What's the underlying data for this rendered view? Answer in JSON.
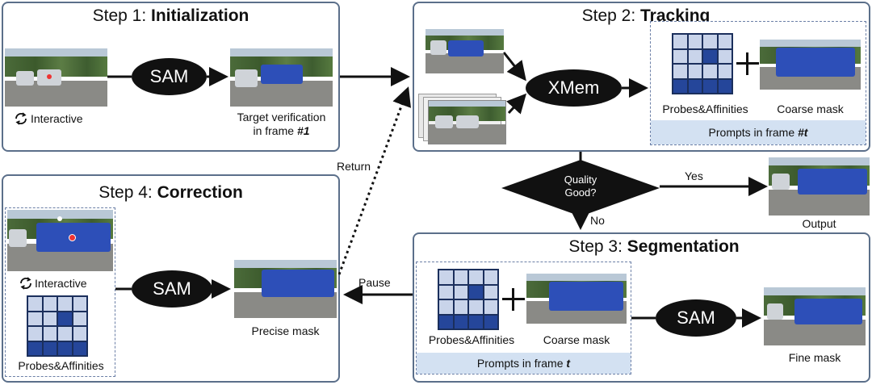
{
  "step1": {
    "prefix": "Step 1: ",
    "name": "Initialization",
    "interactive": "Interactive",
    "verify_line1": "Target verification",
    "verify_line2_prefix": "in frame ",
    "verify_frame": "#1"
  },
  "step2": {
    "prefix": "Step 2: ",
    "name": "Tracking",
    "probes": "Probes&Affinities",
    "coarse": "Coarse mask",
    "prompts_prefix": "Prompts in frame ",
    "prompts_frame": "#t"
  },
  "step3": {
    "prefix": "Step 3: ",
    "name": "Segmentation",
    "probes": "Probes&Affinities",
    "coarse": "Coarse mask",
    "prompts_prefix": "Prompts in frame ",
    "prompts_frame": "t",
    "fine": "Fine mask"
  },
  "step4": {
    "prefix": "Step 4: ",
    "name": "Correction",
    "interactive": "Interactive",
    "probes": "Probes&Affinities",
    "precise": "Precise mask"
  },
  "models": {
    "sam": "SAM",
    "xmem": "XMem"
  },
  "decision": {
    "line1": "Quality",
    "line2": "Good?",
    "yes": "Yes",
    "no": "No"
  },
  "edges": {
    "return": "Return",
    "pause": "Pause"
  },
  "output": "Output"
}
